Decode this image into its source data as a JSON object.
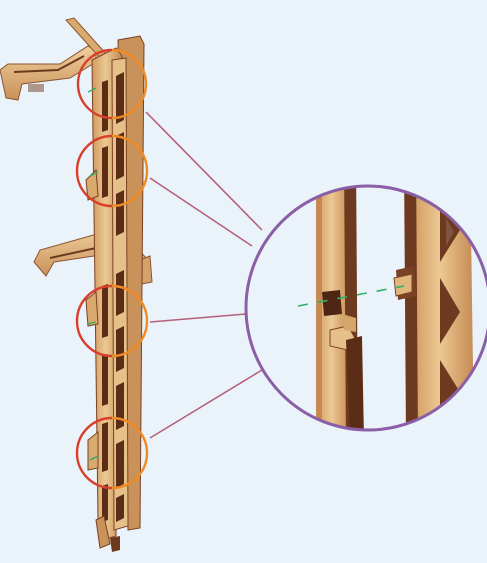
{
  "colors": {
    "background": "#eaf3fa",
    "wood_light": "#e6c089",
    "wood_mid": "#d5a66b",
    "wood_dark": "#6e3a1f",
    "wood_edge": "#9a5b33",
    "circle_red": "#d9402b",
    "circle_orange": "#f08a24",
    "callout_line": "#b0506e",
    "magnifier_border": "#8a5fa6",
    "guide_dash": "#2fae6c"
  },
  "icons": {
    "magnifier": "zoom-detail-icon",
    "marker": "joint-marker-icon"
  },
  "joint_markers": [
    {
      "id": "joint-1"
    },
    {
      "id": "joint-2"
    },
    {
      "id": "joint-3"
    },
    {
      "id": "joint-4"
    }
  ],
  "detail_view": {
    "id": "joint-detail-magnifier"
  }
}
